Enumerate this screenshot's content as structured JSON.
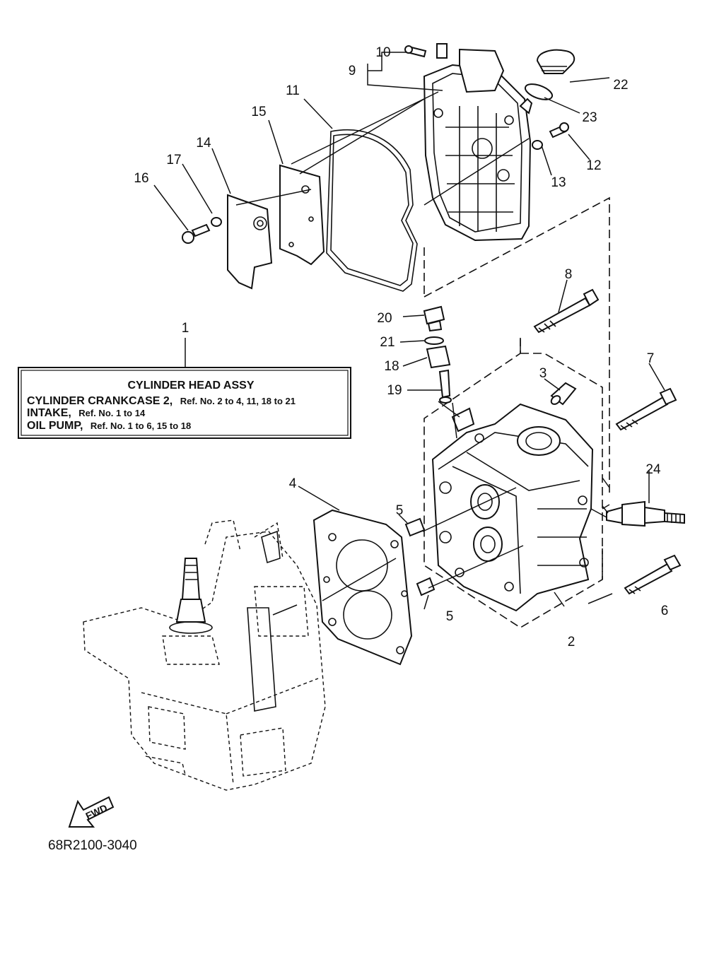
{
  "legend": {
    "title": "CYLINDER HEAD ASSY",
    "lines": [
      {
        "name": "CYLINDER CRANKCASE 2,",
        "ref": "Ref. No. 2 to 4, 11, 18 to 21"
      },
      {
        "name": "INTAKE,",
        "ref": "Ref. No. 1 to 14"
      },
      {
        "name": "OIL PUMP,",
        "ref": "Ref. No. 1 to 6, 15 to 18"
      }
    ]
  },
  "callouts": {
    "c1": "1",
    "c2": "2",
    "c3": "3",
    "c4": "4",
    "c5a": "5",
    "c5b": "5",
    "c6": "6",
    "c7": "7",
    "c8": "8",
    "c9": "9",
    "c10": "10",
    "c11": "11",
    "c12": "12",
    "c13": "13",
    "c14": "14",
    "c15": "15",
    "c16": "16",
    "c17": "17",
    "c18": "18",
    "c19": "19",
    "c20": "20",
    "c21": "21",
    "c22": "22",
    "c23": "23",
    "c24": "24"
  },
  "fwd_badge": "FWD",
  "document_id": "68R2100-3040"
}
